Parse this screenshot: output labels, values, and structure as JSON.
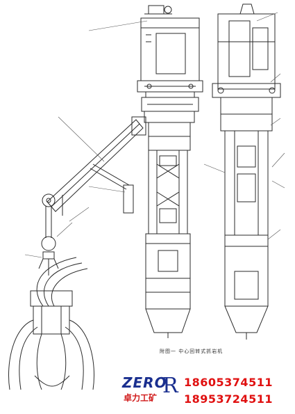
{
  "caption": "附图一    中心回转式抓岩机",
  "logo": {
    "word": "ZERO",
    "letter": "R",
    "chinese": "卓力工矿"
  },
  "phones": [
    "18605374511",
    "18953724511"
  ],
  "colors": {
    "line": "#2a2a2a",
    "brand_blue": "#1a2f8f",
    "brand_red": "#e01010"
  }
}
